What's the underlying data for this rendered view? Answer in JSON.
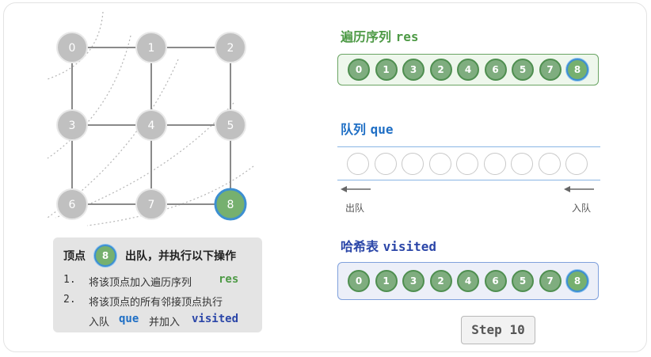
{
  "graph": {
    "nodes": [
      {
        "id": "0",
        "state": "visited"
      },
      {
        "id": "1",
        "state": "visited"
      },
      {
        "id": "2",
        "state": "visited"
      },
      {
        "id": "3",
        "state": "visited"
      },
      {
        "id": "4",
        "state": "visited"
      },
      {
        "id": "5",
        "state": "visited"
      },
      {
        "id": "6",
        "state": "visited"
      },
      {
        "id": "7",
        "state": "visited"
      },
      {
        "id": "8",
        "state": "current"
      }
    ],
    "edges": [
      [
        "0",
        "1"
      ],
      [
        "1",
        "2"
      ],
      [
        "0",
        "3"
      ],
      [
        "1",
        "4"
      ],
      [
        "2",
        "5"
      ],
      [
        "3",
        "4"
      ],
      [
        "4",
        "5"
      ],
      [
        "3",
        "6"
      ],
      [
        "4",
        "7"
      ],
      [
        "5",
        "8"
      ],
      [
        "6",
        "7"
      ],
      [
        "7",
        "8"
      ]
    ],
    "colors": {
      "node_fill": "#c0c0c0",
      "node_text": "#ffffff",
      "edge": "#8a8a8a",
      "current_fill": "#76b06f",
      "current_border": "#3d8fd1",
      "wave": "#b5b5b5"
    }
  },
  "res": {
    "title_cn": "遍历序列",
    "title_code": "res",
    "items": [
      "0",
      "1",
      "3",
      "2",
      "4",
      "6",
      "5",
      "7",
      "8"
    ]
  },
  "queue": {
    "title_cn": "队列",
    "title_code": "que",
    "slots": 9,
    "items": [],
    "out_label": "出队",
    "in_label": "入队"
  },
  "visited": {
    "title_cn": "哈希表",
    "title_code": "visited",
    "items": [
      "0",
      "1",
      "3",
      "2",
      "4",
      "6",
      "5",
      "7",
      "8"
    ]
  },
  "info": {
    "head_prefix": "顶点",
    "head_node": "8",
    "head_suffix": "出队，并执行以下操作",
    "line1_num": "1.",
    "line1_text": "将该顶点加入遍历序列",
    "line1_code": "res",
    "line2_num": "2.",
    "line2_text": "将该顶点的所有邻接顶点执行",
    "line3_text_a": "入队",
    "line3_code_a": "que",
    "line3_text_b": "并加入",
    "line3_code_b": "visited"
  },
  "step": {
    "label": "Step 10"
  }
}
